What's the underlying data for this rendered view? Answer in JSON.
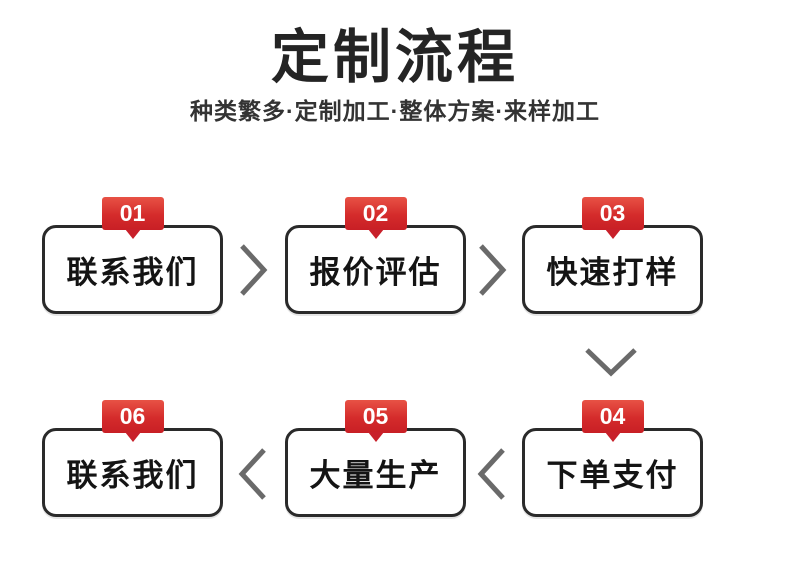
{
  "header": {
    "title": "定制流程",
    "subtitle": "种类繁多·定制加工·整体方案·来样加工"
  },
  "flow": {
    "steps": [
      {
        "number": "01",
        "label": "联系我们"
      },
      {
        "number": "02",
        "label": "报价评估"
      },
      {
        "number": "03",
        "label": "快速打样"
      },
      {
        "number": "04",
        "label": "下单支付"
      },
      {
        "number": "05",
        "label": "大量生产"
      },
      {
        "number": "06",
        "label": "联系我们"
      }
    ],
    "connectors": [
      {
        "from": "01",
        "to": "02",
        "direction": "right"
      },
      {
        "from": "02",
        "to": "03",
        "direction": "right"
      },
      {
        "from": "03",
        "to": "04",
        "direction": "down"
      },
      {
        "from": "04",
        "to": "05",
        "direction": "left"
      },
      {
        "from": "05",
        "to": "06",
        "direction": "left"
      }
    ]
  },
  "colors": {
    "background": "#ffffff",
    "title_text": "#242424",
    "subtitle_text": "#333333",
    "box_border": "#2a2a2a",
    "box_text": "#141414",
    "badge_red_top": "#e85245",
    "badge_red_bottom": "#c81f25",
    "chevron_gray": "#6a6a6a"
  }
}
